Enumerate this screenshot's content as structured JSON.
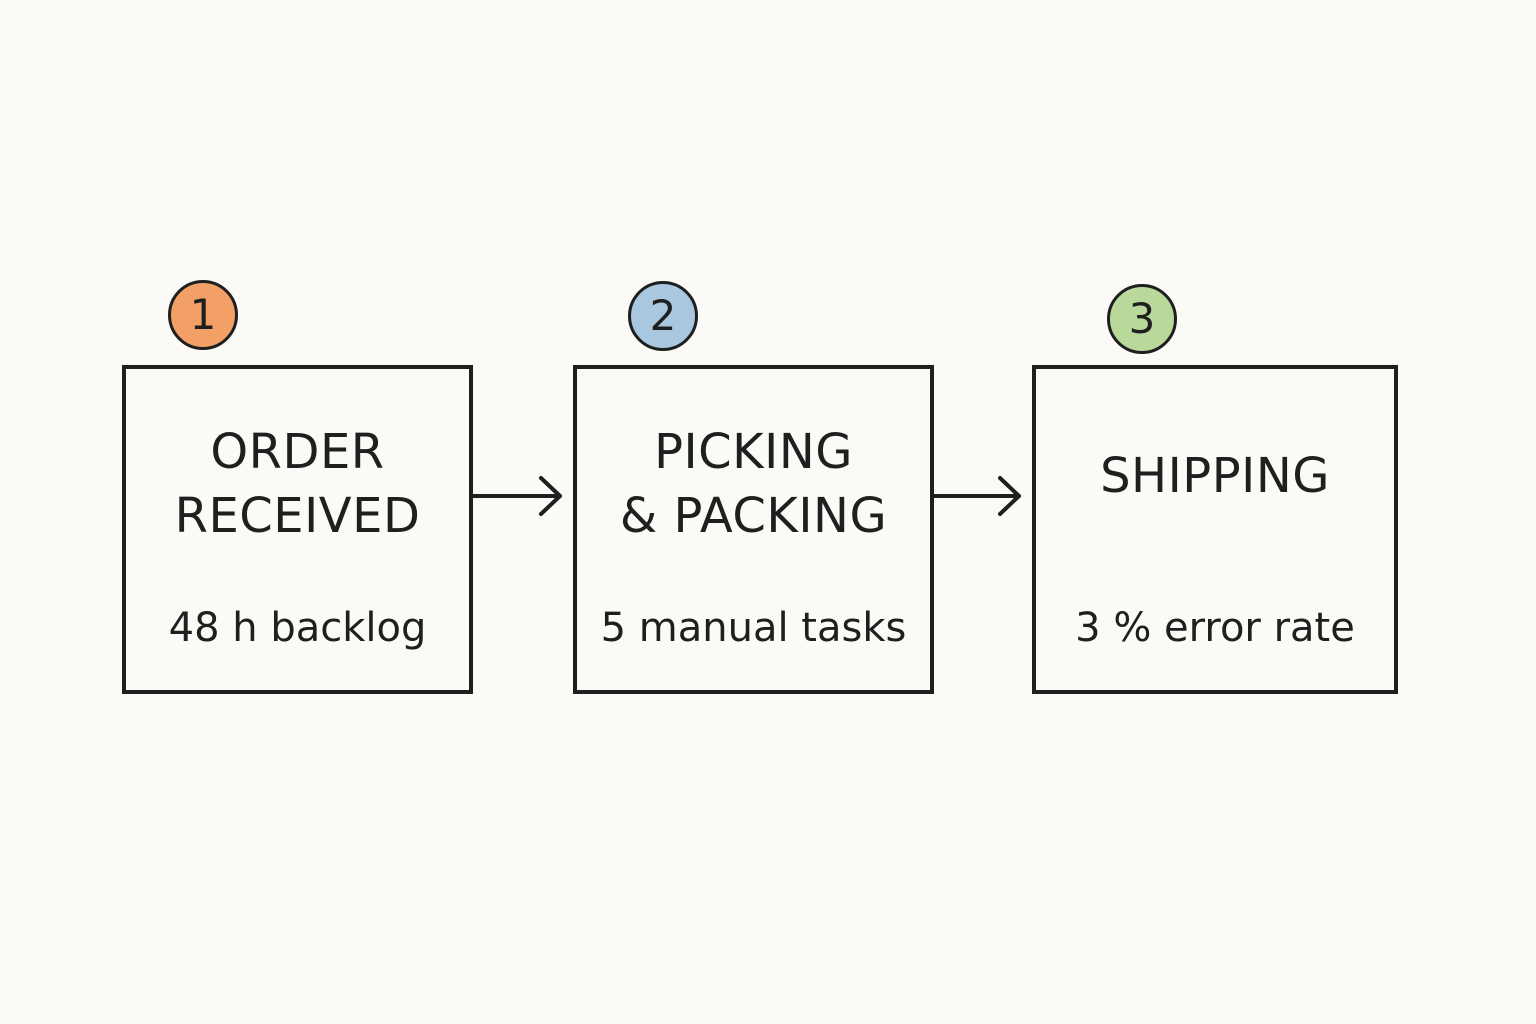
{
  "steps": [
    {
      "number": "1",
      "title_lines": [
        "ORDER",
        "RECEIVED"
      ],
      "metric": "48 h backlog",
      "badge_color": "#f2a066"
    },
    {
      "number": "2",
      "title_lines": [
        "PICKING",
        "& PACKING"
      ],
      "metric": "5 manual tasks",
      "badge_color": "#a9c7df"
    },
    {
      "number": "3",
      "title_lines": [
        "SHIPPING"
      ],
      "metric": "3 % error rate",
      "badge_color": "#b9d99a"
    }
  ],
  "colors": {
    "background": "#fbfaf6",
    "stroke": "#1f1f1f"
  }
}
